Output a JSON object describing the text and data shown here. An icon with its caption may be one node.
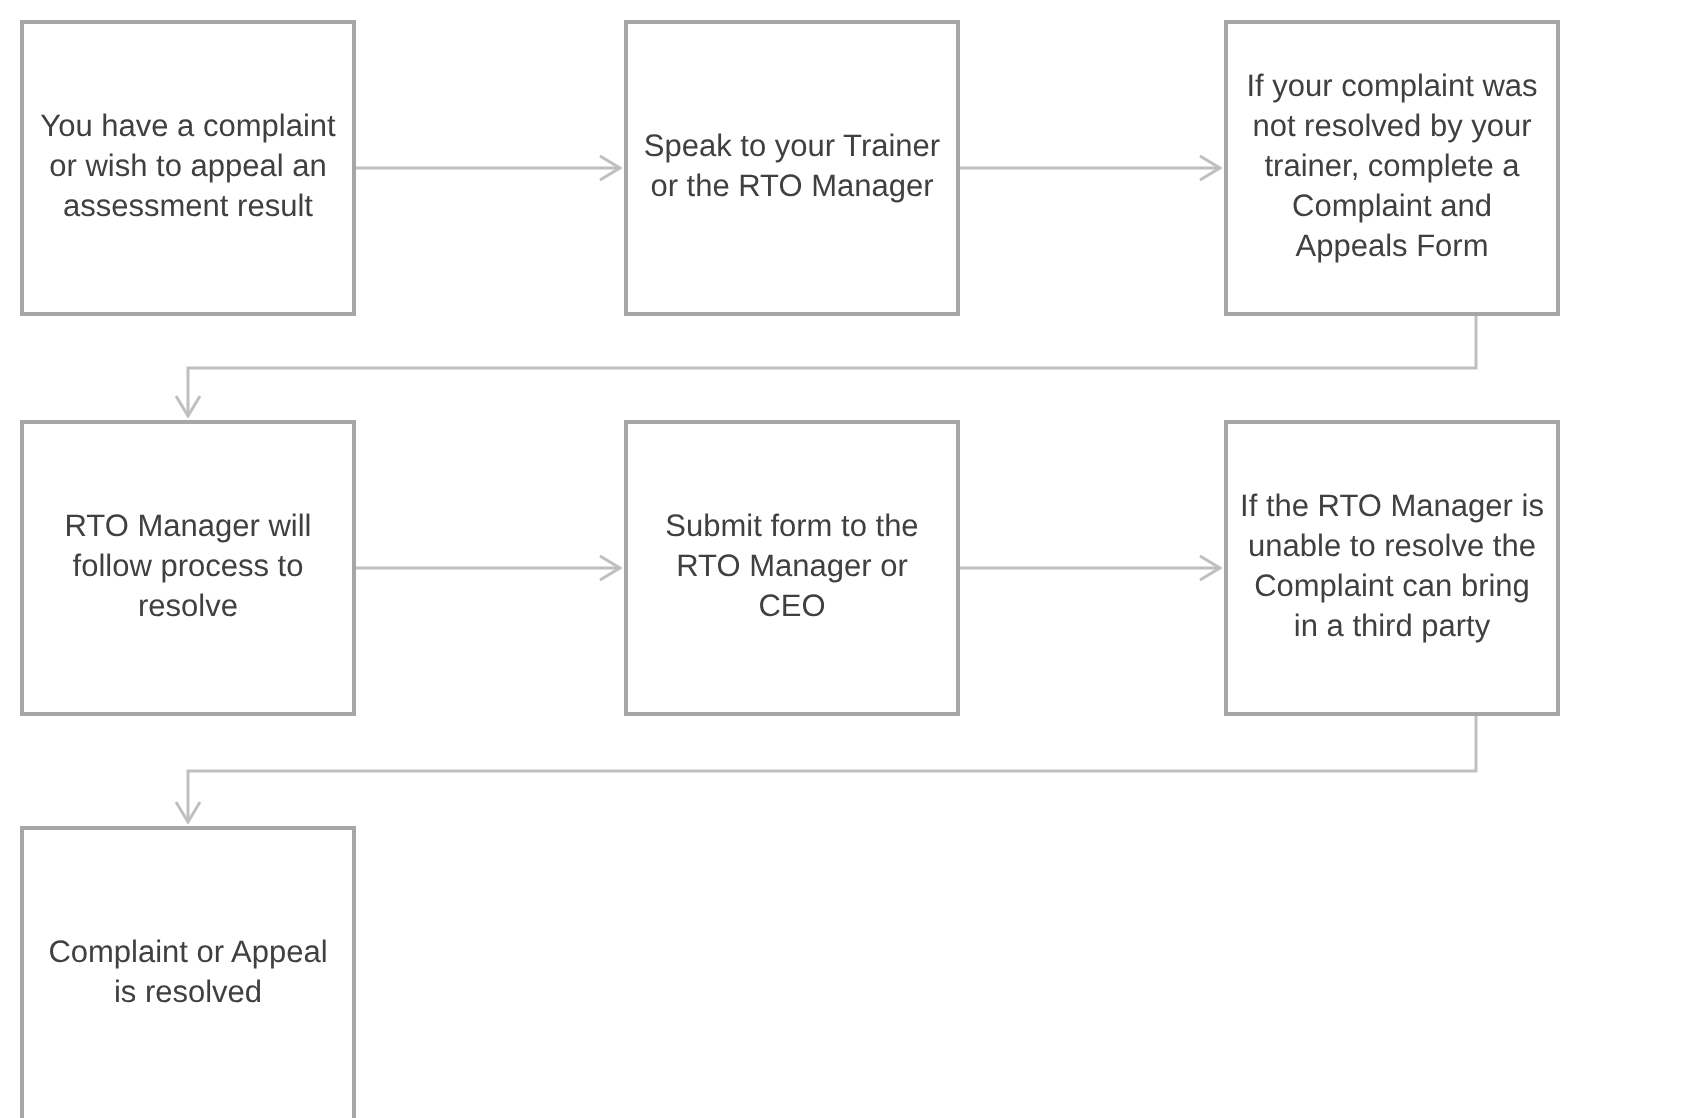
{
  "diagram": {
    "nodes": [
      {
        "text": [
          "You have a complaint or wish to appeal an assessment result"
        ]
      },
      {
        "text": [
          "Speak to your Trainer or the RTO Manager"
        ]
      },
      {
        "text": [
          "If your complaint was not resolved by your trainer, complete a Complaint and Appeals Form"
        ]
      },
      {
        "text": [
          "RTO Manager will follow process to resolve"
        ]
      },
      {
        "text": [
          "Submit form to the RTO Manager or CEO"
        ]
      },
      {
        "text": [
          "If the RTO Manager is unable to resolve the Complaint can bring in a third party"
        ]
      },
      {
        "text": [
          "Complaint or Appeal is resolved"
        ]
      }
    ],
    "edges": [
      {
        "from": 0,
        "to": 1,
        "arrow": "to"
      },
      {
        "from": 1,
        "to": 2,
        "arrow": "to"
      },
      {
        "from": 2,
        "to": 3,
        "arrow": "to"
      },
      {
        "from": 3,
        "to": 4,
        "arrow": "to"
      },
      {
        "from": 4,
        "to": 5,
        "arrow": "to"
      },
      {
        "from": 5,
        "to": 6,
        "arrow": "to"
      }
    ]
  }
}
